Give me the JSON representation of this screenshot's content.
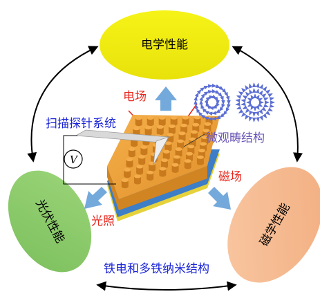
{
  "hubs": {
    "electrical": {
      "label": "电学性能",
      "color": "#f2ee10"
    },
    "photovoltaic": {
      "label": "光伏性能",
      "color": "#8fcd6e"
    },
    "magnetic": {
      "label": "磁学性能",
      "color": "#f7bb92"
    }
  },
  "stimuli": {
    "electric_field": "电场",
    "magnetic_field": "磁场",
    "light": "光照"
  },
  "labels": {
    "spm_system": "扫描探针系统",
    "microdomain": "微观畴结构",
    "materials": "铁电和多铁纳米结构",
    "voltage": "V"
  },
  "colors": {
    "arrow_fill": "#74a9dc",
    "sample_top": "#f0a23a",
    "pillar": "#e49530",
    "layer_blue": "#3d7ec7",
    "layer_yellow": "#e6d23a",
    "red_text": "#e8281e",
    "blue_text": "#1a24d6",
    "purple_text": "#6a55b5",
    "vortex_arrow": "#5d6fd4"
  }
}
